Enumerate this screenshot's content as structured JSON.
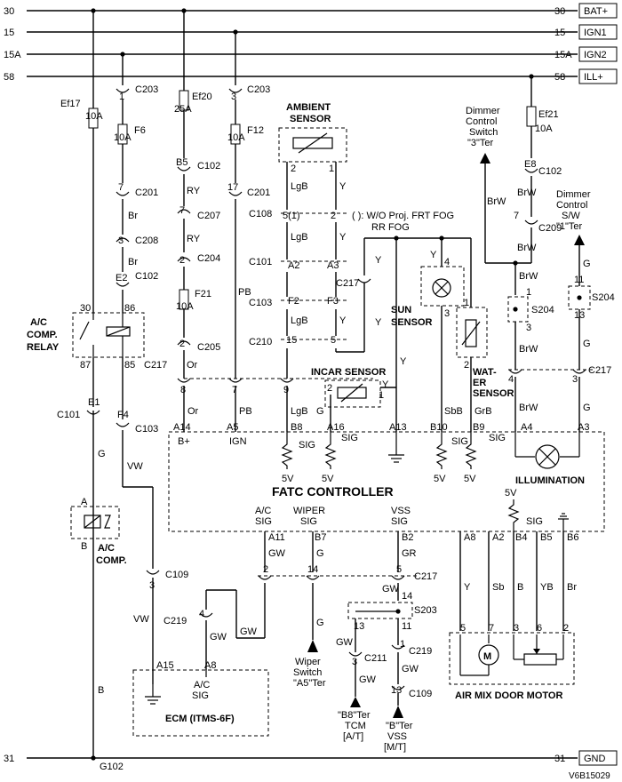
{
  "rails": {
    "r30": {
      "left": "30",
      "right": "30",
      "tag": "BAT+"
    },
    "r15": {
      "left": "15",
      "right": "15",
      "tag": "IGN1"
    },
    "r15a": {
      "left": "15A",
      "right": "15A",
      "tag": "IGN2"
    },
    "r58": {
      "left": "58",
      "right": "58",
      "tag": "ILL+"
    },
    "r31": {
      "left": "31",
      "right": "31",
      "tag": "GND"
    }
  },
  "fuses": {
    "ef17": {
      "name": "Ef17",
      "amp": "10A"
    },
    "f6": {
      "name": "F6",
      "amp": "10A"
    },
    "ef20": {
      "name": "Ef20",
      "amp": "25A"
    },
    "f12": {
      "name": "F12",
      "amp": "10A"
    },
    "f21": {
      "name": "F21",
      "amp": "10A"
    },
    "ef21": {
      "name": "Ef21",
      "amp": "10A"
    }
  },
  "connectors": {
    "c203a": "C203",
    "c203b": "C203",
    "c102a": "C102",
    "c201a": "C201",
    "c201b": "C201",
    "c207": "C207",
    "c208": "C208",
    "c204": "C204",
    "c102b": "C102",
    "c205": "C205",
    "c217": "C217",
    "c108": "C108",
    "c101a": "C101",
    "c103a": "C103",
    "c210": "C210",
    "c217b": "C217",
    "c102c": "C102",
    "c209": "C209",
    "s204a": "S204",
    "s204b": "S204",
    "c217c": "C217",
    "c101b": "C101",
    "c103b": "C103",
    "c109a": "C109",
    "c219a": "C219",
    "c217d": "C217",
    "s203": "S203",
    "c211": "C211",
    "c219b": "C219",
    "c109b": "C109",
    "g102": "G102"
  },
  "pins": {
    "p1": "1",
    "p7": "7",
    "p3": "3",
    "e2": "E2",
    "b5": "B5",
    "p7b": "7",
    "p2": "2",
    "p2b": "2",
    "p3b": "3",
    "p17": "17",
    "p8": "8",
    "p7c": "7",
    "p9": "9",
    "p30": "30",
    "p86": "86",
    "p87": "87",
    "p85": "85",
    "e1": "E1",
    "f4": "F4",
    "pa": "A",
    "pb": "B",
    "amb2": "2",
    "amb1": "1",
    "c108l": "5(1)",
    "c108r": "2",
    "a2": "A2",
    "a3": "A3",
    "f2": "F2",
    "f3": "F3",
    "p15": "15",
    "p5": "5",
    "ins2": "2",
    "ins1": "1",
    "sun4": "4",
    "sun3": "3",
    "wat1": "1",
    "wat2": "2",
    "e8": "E8",
    "p7d": "7",
    "s1": "1",
    "s3": "3",
    "s11": "11",
    "s13": "13",
    "p4": "4",
    "p3c": "3",
    "a14": "A14",
    "a5": "A5",
    "b8": "B8",
    "a16": "A16",
    "a13": "A13",
    "b10": "B10",
    "b9": "B9",
    "a4": "A4",
    "a3b": "A3",
    "a11": "A11",
    "b7": "B7",
    "b2": "B2",
    "a8": "A8",
    "a2b": "A2",
    "b4": "B4",
    "b5b": "B5",
    "b6": "B6",
    "c2": "2",
    "c14": "14",
    "c5": "5",
    "p14": "14",
    "p13": "13",
    "p11": "11",
    "p3d": "3",
    "p1b": "1",
    "p13b": "13",
    "p4b": "4",
    "a15": "A15",
    "a8b": "A8",
    "m5": "5",
    "m7": "7",
    "m3": "3",
    "m6": "6",
    "m2": "2"
  },
  "wire_colors": {
    "y_amb": "Y",
    "lgb1": "LgB",
    "y1": "Y",
    "lgb2": "LgB",
    "y2": "Y",
    "lgb3": "LgB",
    "y3": "Y",
    "br1": "Br",
    "br2": "Br",
    "ry1": "RY",
    "ry2": "RY",
    "or1": "Or",
    "or2": "Or",
    "pb1": "PB",
    "pb2": "PB",
    "lgb4": "LgB",
    "g1": "G",
    "vw": "VW",
    "brw1": "BrW",
    "brw2": "BrW",
    "brw3": "BrW",
    "brw4": "BrW",
    "brw5": "BrW",
    "g2": "G",
    "g3": "G",
    "g4": "G",
    "yy": "Y",
    "yc217": "Y",
    "ysun": "Y",
    "yins": "Y",
    "gins": "G",
    "sbb": "SbB",
    "grb": "GrB",
    "gw1": "GW",
    "g5": "G",
    "gr": "GR",
    "gw2": "GW",
    "gw3": "GW",
    "gw4": "GW",
    "gw5": "GW",
    "vw2": "VW",
    "gw6": "GW",
    "b": "B",
    "my": "Y",
    "msb": "Sb",
    "mb": "B",
    "myb": "YB",
    "mbr": "Br"
  },
  "components": {
    "ambient": "AMBIENT\nSENSOR",
    "ambient1": "AMBIENT",
    "ambient2": "SENSOR",
    "relay1": "A/C",
    "relay2": "COMP.",
    "relay3": "RELAY",
    "acc1": "A/C",
    "acc2": "COMP.",
    "incar": "INCAR SENSOR",
    "sun1": "SUN",
    "sun2": "SENSOR",
    "wat1": "WAT-",
    "wat2": "ER",
    "wat3": "SENSOR",
    "fatc": "FATC CONTROLLER",
    "illum": "ILLUMINATION",
    "ecm": "ECM (ITMS-6F)",
    "airmix": "AIR MIX DOOR MOTOR",
    "note": "(   ): W/O Proj. FRT FOG",
    "note2": "RR FOG",
    "dim3_1": "Dimmer",
    "dim3_2": "Control",
    "dim3_3": "Switch",
    "dim3_4": "\"3\"Ter",
    "dim1_1": "Dimmer",
    "dim1_2": "Control",
    "dim1_3": "S/W",
    "dim1_4": "\"1\"Ter",
    "wiper1": "Wiper",
    "wiper2": "Switch",
    "wiper3": "\"A5\"Ter",
    "tcm1": "\"B8\"Ter",
    "tcm2": "TCM",
    "tcm3": "[A/T]",
    "vss1": "\"B\"Ter",
    "vss2": "VSS",
    "vss3": "[M/T]",
    "code": "V6B15029"
  },
  "fatc_pins": {
    "bplus": "B+",
    "ign": "IGN",
    "sig1": "SIG",
    "sig2": "SIG",
    "sig3": "SIG",
    "sig4": "SIG",
    "sig5": "SIG",
    "v5a": "5V",
    "v5b": "5V",
    "v5c": "5V",
    "v5d": "5V",
    "v5e": "5V",
    "acsig1": "A/C",
    "acsig2": "SIG",
    "wiper1": "WIPER",
    "wiper2": "SIG",
    "vss1": "VSS",
    "vss2": "SIG",
    "ecm_ac1": "A/C",
    "ecm_ac2": "SIG",
    "m_sig": "SIG"
  }
}
